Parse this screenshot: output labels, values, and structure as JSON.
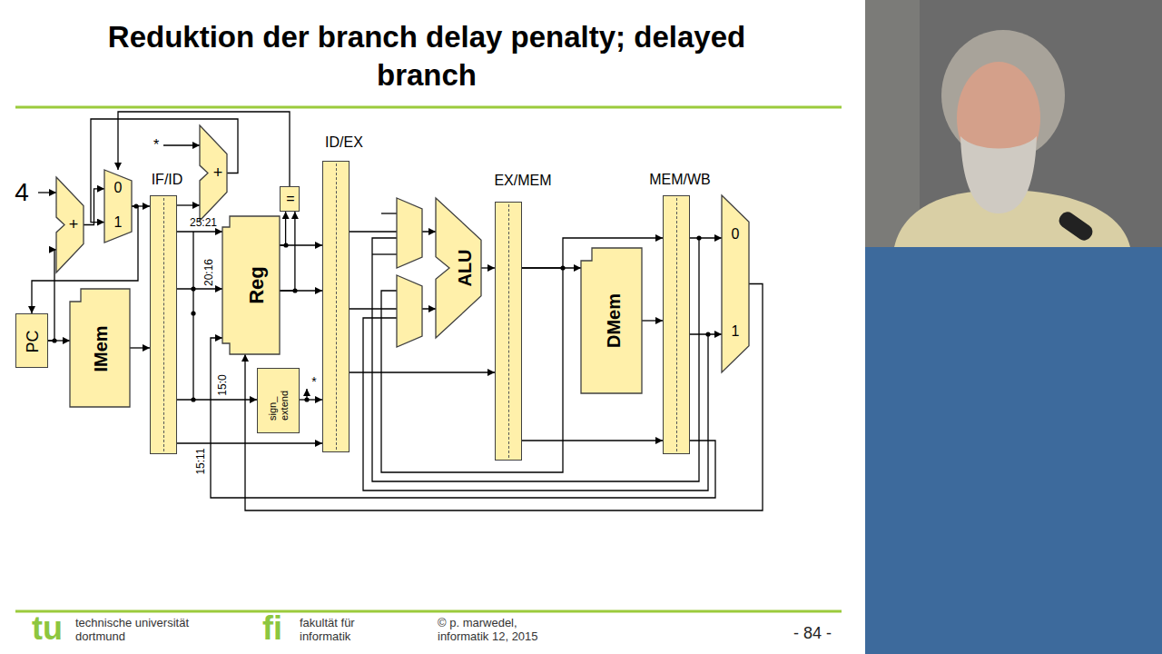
{
  "diagram": {
    "title": "Reduktion der branch delay penalty; delayed branch",
    "nodes": [
      {
        "text": [
          "0",
          "1"
        ]
      },
      {
        "text": [
          "+"
        ]
      },
      {
        "text": [
          "+"
        ]
      },
      {
        "text": [
          "PC"
        ]
      },
      {
        "text": [
          "IMem"
        ]
      },
      {
        "text": [
          "IF/ID"
        ]
      },
      {
        "text": [
          "Reg"
        ]
      },
      {
        "text": [
          "="
        ]
      },
      {
        "text": [
          "sign_ extend"
        ]
      },
      {
        "text": [
          "ID/EX"
        ]
      },
      {
        "text": [
          "ALU"
        ]
      },
      {
        "text": [
          "EX/MEM"
        ]
      },
      {
        "text": [
          "DMem"
        ]
      },
      {
        "text": [
          "MEM/WB"
        ]
      },
      {
        "text": [
          "0",
          "1"
        ]
      }
    ],
    "edges": [
      {
        "from": 3,
        "to": 4,
        "arrow": "to"
      },
      {
        "from": 3,
        "to": 1,
        "arrow": "to"
      },
      {
        "from": 1,
        "to": 0,
        "arrow": "to"
      },
      {
        "from": 2,
        "to": 0,
        "arrow": "to"
      },
      {
        "from": 7,
        "to": 0,
        "arrow": "to"
      },
      {
        "from": 0,
        "to": 3,
        "arrow": "to"
      },
      {
        "from": 0,
        "to": 5,
        "arrow": "to"
      },
      {
        "from": 4,
        "to": 5,
        "arrow": "to"
      },
      {
        "from": 5,
        "to": 2,
        "arrow": "to"
      },
      {
        "from": 5,
        "to": 6,
        "arrow": "to"
      },
      {
        "from": 5,
        "to": 6,
        "arrow": "to"
      },
      {
        "from": 5,
        "to": 8,
        "arrow": "to"
      },
      {
        "from": 5,
        "to": 9,
        "arrow": "to"
      },
      {
        "from": 6,
        "to": 7,
        "arrow": "to"
      },
      {
        "from": 6,
        "to": 9,
        "arrow": "to"
      },
      {
        "from": 6,
        "to": 9,
        "arrow": "to"
      },
      {
        "from": 8,
        "to": 9,
        "arrow": "to"
      },
      {
        "from": 9,
        "to": 10,
        "arrow": "to"
      },
      {
        "from": 9,
        "to": 10,
        "arrow": "to"
      },
      {
        "from": 10,
        "to": 11,
        "arrow": "to"
      },
      {
        "from": 11,
        "to": 12,
        "arrow": "to"
      },
      {
        "from": 11,
        "to": 13,
        "arrow": "to"
      },
      {
        "from": 12,
        "to": 13,
        "arrow": "to"
      },
      {
        "from": 9,
        "to": 11,
        "arrow": "to"
      },
      {
        "from": 11,
        "to": 13,
        "arrow": "to"
      },
      {
        "from": 13,
        "to": 14,
        "arrow": "to"
      },
      {
        "from": 13,
        "to": 14,
        "arrow": "to"
      },
      {
        "from": 14,
        "to": 6,
        "arrow": "to"
      },
      {
        "from": 13,
        "to": 6,
        "arrow": "to"
      },
      {
        "from": 6,
        "to": 7,
        "arrow": "to"
      }
    ],
    "labels": [
      "4",
      "*",
      "25:21",
      "20:16",
      "15:0",
      "*",
      "15:11",
      "tu",
      "technische universität dortmund",
      "fi",
      "fakultät für informatik",
      "© p. marwedel, informatik 12, 2015",
      "- 84 -"
    ]
  }
}
